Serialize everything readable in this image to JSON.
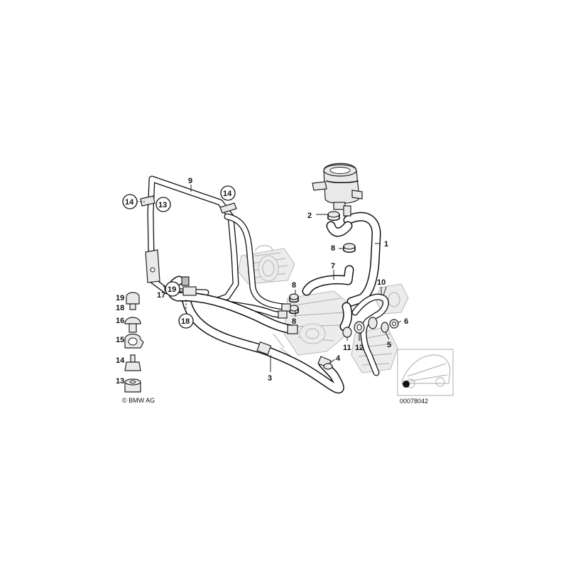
{
  "diagram": {
    "labels": {
      "p1": "1",
      "p2": "2",
      "p3": "3",
      "p4": "4",
      "p5": "5",
      "p6": "6",
      "p7": "7",
      "p8a": "8",
      "p8b": "8",
      "p8c": "8",
      "p9": "9",
      "p10": "10",
      "p11": "11",
      "p12": "12",
      "p13": "13",
      "p14a": "14",
      "p14b": "14",
      "p17": "17",
      "p18": "18",
      "p19": "19"
    },
    "legend": {
      "l19": "19",
      "l18": "18",
      "l16": "16",
      "l15": "15",
      "l14": "14",
      "l13": "13"
    },
    "copyright": "© BMW AG",
    "catalog_number": "00078042"
  }
}
